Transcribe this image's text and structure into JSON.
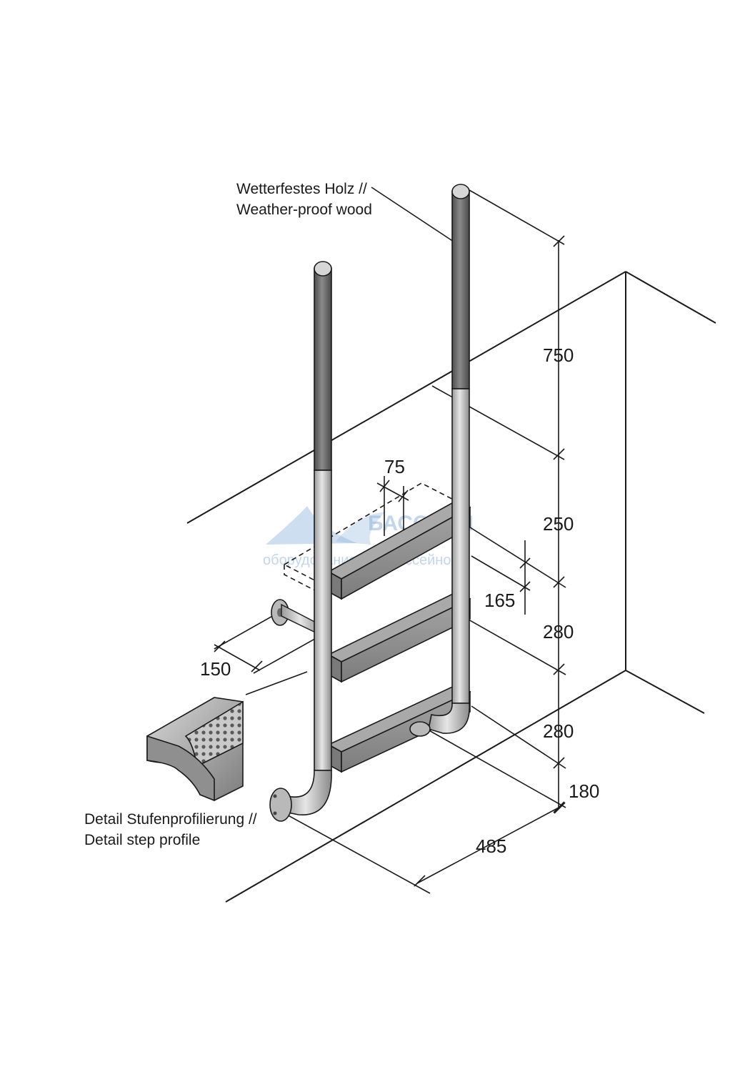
{
  "callouts": {
    "wood": {
      "line1": "Wetterfestes Holz //",
      "line2": "Weather-proof wood"
    },
    "step_profile": {
      "line1": "Detail Stufenprofilierung //",
      "line2": "Detail step profile"
    }
  },
  "dimensions": {
    "rail_wood_height": "750",
    "top_to_first_step": "250",
    "step_gap_1": "280",
    "step_gap_2": "280",
    "bottom_clearance": "180",
    "step_depth": "165",
    "tread_width": "75",
    "wall_distance": "150",
    "ladder_width": "485"
  },
  "watermark": {
    "word": "БАССЕЙН",
    "tagline": "оборудование для бассейнов"
  },
  "colors": {
    "line": "#1a1a1a",
    "wood": "#6f6f6f",
    "steel": "#c4c4c4",
    "step": "#8c8c8c",
    "watermark": "#8fb6dc"
  }
}
